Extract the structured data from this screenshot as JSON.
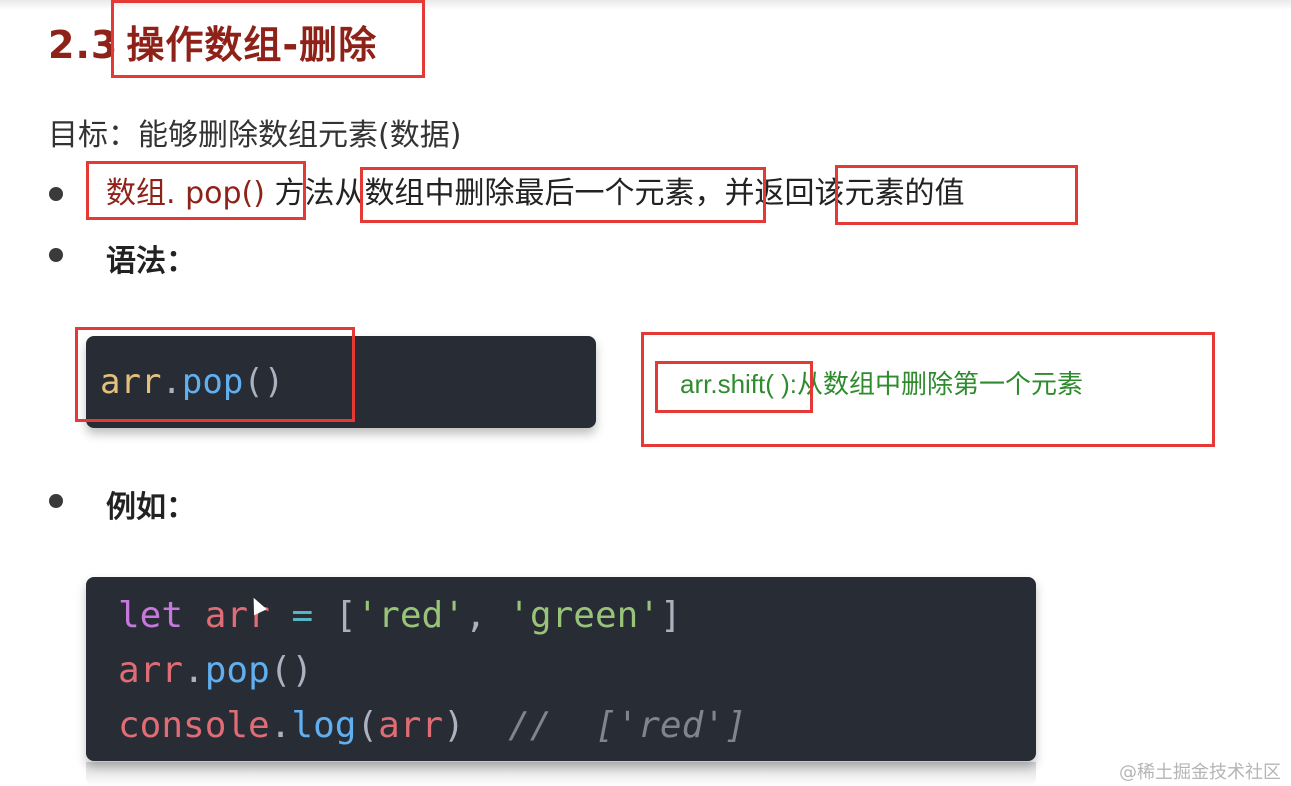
{
  "title": {
    "number": "2.3",
    "text": "操作数组-删除"
  },
  "goal": "目标：能够删除数组元素(数据)",
  "bullets": [
    {
      "method": "数组. pop()",
      "middle": "方法",
      "desc": "从数组中删除最后一个元素",
      "sep": "，并",
      "ret": "返回该元素的值"
    },
    {
      "label": "语法："
    },
    {
      "label": "例如："
    }
  ],
  "syntax_code": {
    "obj": "arr",
    "dot": ".",
    "fn": "pop",
    "parens": "()"
  },
  "note": {
    "method": "arr.shift( )",
    "desc": ":从数组中删除第一个元素"
  },
  "example_code": {
    "line1": {
      "kw": "let",
      "name": "arr",
      "op": "=",
      "open": "[",
      "s1": "'red'",
      "comma": ",",
      "s2": "'green'",
      "close": "]"
    },
    "line2": {
      "obj": "arr",
      "dot": ".",
      "fn": "pop",
      "parens": "()"
    },
    "line3": {
      "obj": "console",
      "dot": ".",
      "fn": "log",
      "open": "(",
      "arg": "arr",
      "close": ")",
      "comment": "//  ['red']"
    }
  },
  "watermark": "@稀土掘金技术社区",
  "colors": {
    "title": "#8e2218",
    "highlight_box": "#e53935",
    "note_text": "#2e8b2e",
    "code_bg": "#282c34"
  }
}
